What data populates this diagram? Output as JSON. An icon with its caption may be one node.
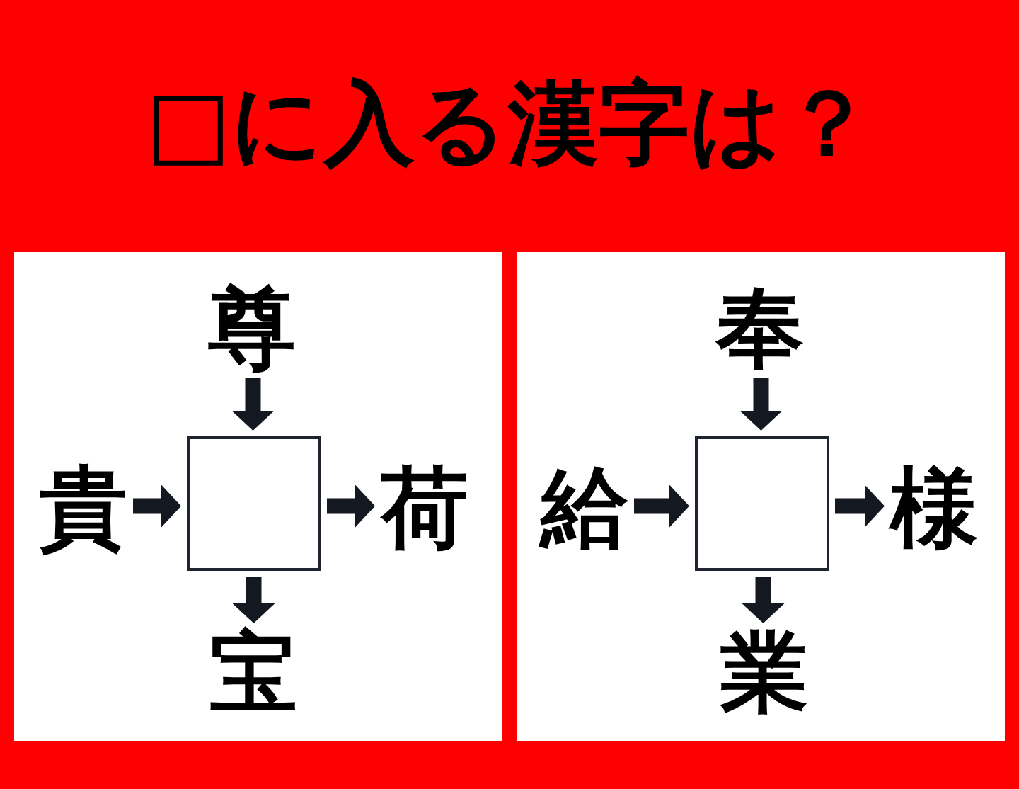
{
  "diagram": {
    "title": "□に入る漢字は？",
    "nodes": [
      {
        "text": [],
        "shape": "box"
      },
      {
        "text": [
          "尊"
        ],
        "in": 0
      },
      {
        "text": [
          "貴"
        ],
        "in": 0
      },
      {
        "text": [],
        "shape": "box",
        "in": 0
      },
      {
        "text": [
          "荷"
        ],
        "in": 0
      },
      {
        "text": [
          "宝"
        ],
        "in": 0
      },
      {
        "text": [],
        "shape": "box"
      },
      {
        "text": [
          "奉"
        ],
        "in": 6
      },
      {
        "text": [
          "給"
        ],
        "in": 6
      },
      {
        "text": [],
        "shape": "box",
        "in": 6
      },
      {
        "text": [
          "様"
        ],
        "in": 6
      },
      {
        "text": [
          "業"
        ],
        "in": 6
      }
    ],
    "edges": [
      {
        "from": 1,
        "to": 3,
        "arrow": "to"
      },
      {
        "from": 2,
        "to": 3,
        "arrow": "to"
      },
      {
        "from": 3,
        "to": 4,
        "arrow": "to"
      },
      {
        "from": 3,
        "to": 5,
        "arrow": "to"
      },
      {
        "from": 7,
        "to": 9,
        "arrow": "to"
      },
      {
        "from": 8,
        "to": 9,
        "arrow": "to"
      },
      {
        "from": 9,
        "to": 10,
        "arrow": "to"
      },
      {
        "from": 9,
        "to": 11,
        "arrow": "to"
      }
    ]
  }
}
